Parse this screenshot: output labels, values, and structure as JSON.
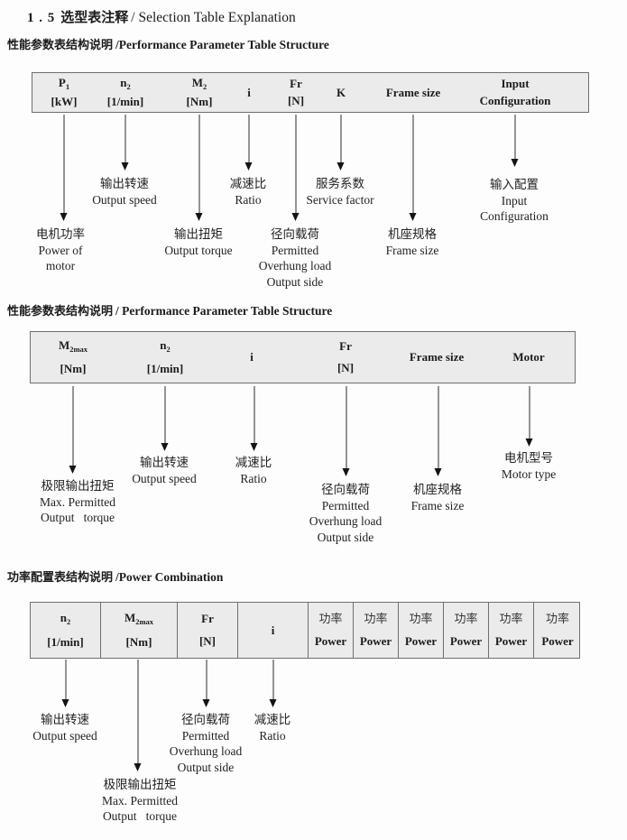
{
  "title": {
    "num": "1 . 5",
    "zh": "选型表注释",
    "en": "/ Selection Table Explanation"
  },
  "section1": {
    "heading": {
      "zh": "性能参数表结构说明",
      "en": "/Performance Parameter Table Structure"
    },
    "table": {
      "cols": [
        {
          "l1": "P",
          "sub": "1",
          "l2": "[kW]"
        },
        {
          "l1": "n",
          "sub": "2",
          "l2": "[1/min]"
        },
        {
          "l1": "M",
          "sub": "2",
          "l2": "[Nm]"
        },
        {
          "l1": "i"
        },
        {
          "l1": "Fr",
          "l2": "[N]"
        },
        {
          "l1": "K"
        },
        {
          "l1": "Frame size"
        },
        {
          "l1": "Input",
          "l2": "Configuration"
        }
      ]
    },
    "labels": [
      {
        "lines": [
          "电机功率",
          "Power of",
          "motor"
        ]
      },
      {
        "lines": [
          "输出转速",
          "Output speed"
        ]
      },
      {
        "lines": [
          "输出扭矩",
          "Output torque"
        ]
      },
      {
        "lines": [
          "减速比",
          "Ratio"
        ]
      },
      {
        "lines": [
          "径向载荷",
          "Permitted",
          "Overhung load",
          "Output side"
        ]
      },
      {
        "lines": [
          "服务系数",
          "Service factor"
        ]
      },
      {
        "lines": [
          "机座规格",
          "Frame size"
        ]
      },
      {
        "lines": [
          "输入配置",
          "Input",
          "Configuration"
        ]
      }
    ]
  },
  "section2": {
    "heading": {
      "zh": "性能参数表结构说明",
      "en": "/ Performance Parameter Table Structure"
    },
    "table": {
      "cols": [
        {
          "l1": "M",
          "sub": "2max",
          "l2": "[Nm]"
        },
        {
          "l1": "n",
          "sub": "2",
          "l2": "[1/min]"
        },
        {
          "l1": "i"
        },
        {
          "l1": "Fr",
          "l2": "[N]"
        },
        {
          "l1": "Frame size"
        },
        {
          "l1": "Motor"
        }
      ]
    },
    "labels": [
      {
        "lines": [
          "极限输出扭矩",
          "Max. Permitted",
          "Output   torque"
        ]
      },
      {
        "lines": [
          "输出转速",
          "Output speed"
        ]
      },
      {
        "lines": [
          "减速比",
          "Ratio"
        ]
      },
      {
        "lines": [
          "径向载荷",
          "Permitted",
          "Overhung load",
          "Output side"
        ]
      },
      {
        "lines": [
          "机座规格",
          "Frame size"
        ]
      },
      {
        "lines": [
          "电机型号",
          "Motor type"
        ]
      }
    ]
  },
  "section3": {
    "heading": {
      "zh": "功率配置表结构说明",
      "en": "/Power Combination"
    },
    "table": {
      "cols": [
        {
          "l1": "n",
          "sub": "2",
          "l2": "[1/min]"
        },
        {
          "l1": "M",
          "sub": "2max",
          "l2": "[Nm]"
        },
        {
          "l1": "Fr",
          "l2": "[N]"
        },
        {
          "l1": "i"
        },
        {
          "l1": "功率",
          "l2": "Power"
        },
        {
          "l1": "功率",
          "l2": "Power"
        },
        {
          "l1": "功率",
          "l2": "Power"
        },
        {
          "l1": "功率",
          "l2": "Power"
        },
        {
          "l1": "功率",
          "l2": "Power"
        },
        {
          "l1": "功率",
          "l2": "Power"
        }
      ]
    },
    "labels": [
      {
        "lines": [
          "输出转速",
          "Output speed"
        ]
      },
      {
        "lines": [
          "极限输出扭矩",
          "Max. Permitted",
          "Output   torque"
        ]
      },
      {
        "lines": [
          "径向载荷",
          "Permitted",
          "Overhung load",
          "Output side"
        ]
      },
      {
        "lines": [
          "减速比",
          "Ratio"
        ]
      }
    ]
  }
}
